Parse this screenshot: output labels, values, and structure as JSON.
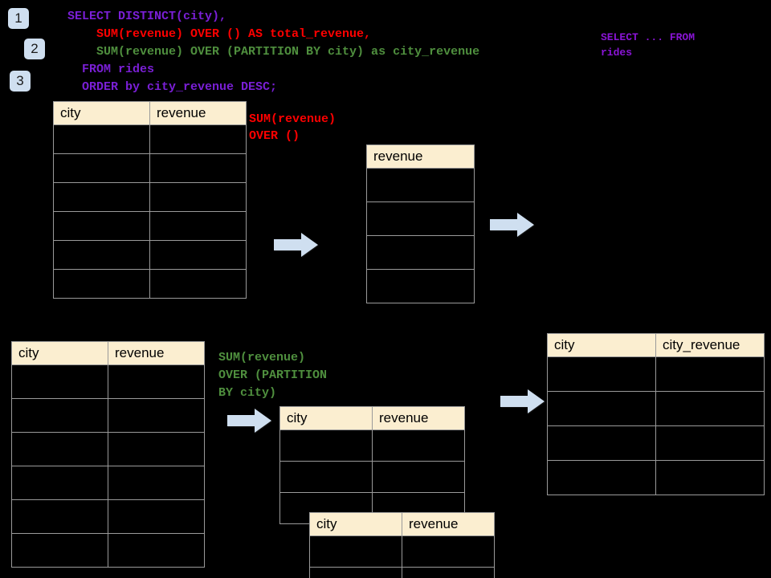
{
  "theme": {
    "background": "#000000",
    "header_fill": "#fbeed0",
    "grid_line": "#9a9a9a",
    "arrow_fill": "#cfdff0",
    "badge_fill": "#cfdff0",
    "purple": "#7a1fd6",
    "red": "#fe0000",
    "green": "#4f8f3e"
  },
  "badges": [
    {
      "label": "1"
    },
    {
      "label": "2"
    },
    {
      "label": "3"
    }
  ],
  "query": {
    "lines": [
      {
        "text": "SELECT DISTINCT(city),",
        "color": "purple"
      },
      {
        "text": "    SUM(revenue) OVER () AS total_revenue,",
        "color": "red"
      },
      {
        "text": "    SUM(revenue) OVER (PARTITION BY city) as city_revenue",
        "color": "green"
      },
      {
        "text": "  FROM rides",
        "color": "purple"
      },
      {
        "text": "  ORDER by city_revenue DESC;",
        "color": "purple"
      }
    ]
  },
  "annotations": {
    "select_from": "SELECT ... FROM\nrides",
    "sum_over_empty": "SUM(revenue)\nOVER ()",
    "sum_over_partition": "SUM(revenue)\nOVER (PARTITION\nBY city)"
  },
  "tables": {
    "rides_top": {
      "name": "rides-source-table",
      "headers": [
        "city",
        "revenue"
      ],
      "row_count": 6,
      "rows": [
        [
          "",
          ""
        ],
        [
          "",
          ""
        ],
        [
          "",
          ""
        ],
        [
          "",
          ""
        ],
        [
          "",
          ""
        ],
        [
          "",
          ""
        ]
      ]
    },
    "total_revenue": {
      "name": "total-revenue-table",
      "headers": [
        "revenue"
      ],
      "row_count": 4,
      "rows": [
        [
          ""
        ],
        [
          ""
        ],
        [
          ""
        ],
        [
          ""
        ]
      ]
    },
    "rides_bottom": {
      "name": "rides-source-table-partitioned",
      "headers": [
        "city",
        "revenue"
      ],
      "row_count": 6,
      "rows": [
        [
          "",
          ""
        ],
        [
          "",
          ""
        ],
        [
          "",
          ""
        ],
        [
          "",
          ""
        ],
        [
          "",
          ""
        ],
        [
          "",
          ""
        ]
      ]
    },
    "partition_back": {
      "name": "partition-group-back",
      "headers": [
        "city",
        "revenue"
      ],
      "row_count": 3,
      "rows": [
        [
          "",
          ""
        ],
        [
          "",
          ""
        ],
        [
          "",
          ""
        ]
      ]
    },
    "partition_front": {
      "name": "partition-group-front",
      "headers": [
        "city",
        "revenue"
      ],
      "row_count": 2,
      "rows": [
        [
          "",
          ""
        ],
        [
          "",
          ""
        ]
      ]
    },
    "result": {
      "name": "result-table",
      "headers": [
        "city",
        "city_revenue"
      ],
      "row_count": 4,
      "rows": [
        [
          "",
          ""
        ],
        [
          "",
          ""
        ],
        [
          "",
          ""
        ],
        [
          "",
          ""
        ]
      ]
    }
  },
  "arrows": [
    {
      "name": "arrow-rides-to-total"
    },
    {
      "name": "arrow-total-to-result"
    },
    {
      "name": "arrow-rides-to-partition"
    },
    {
      "name": "arrow-partition-to-result"
    }
  ]
}
